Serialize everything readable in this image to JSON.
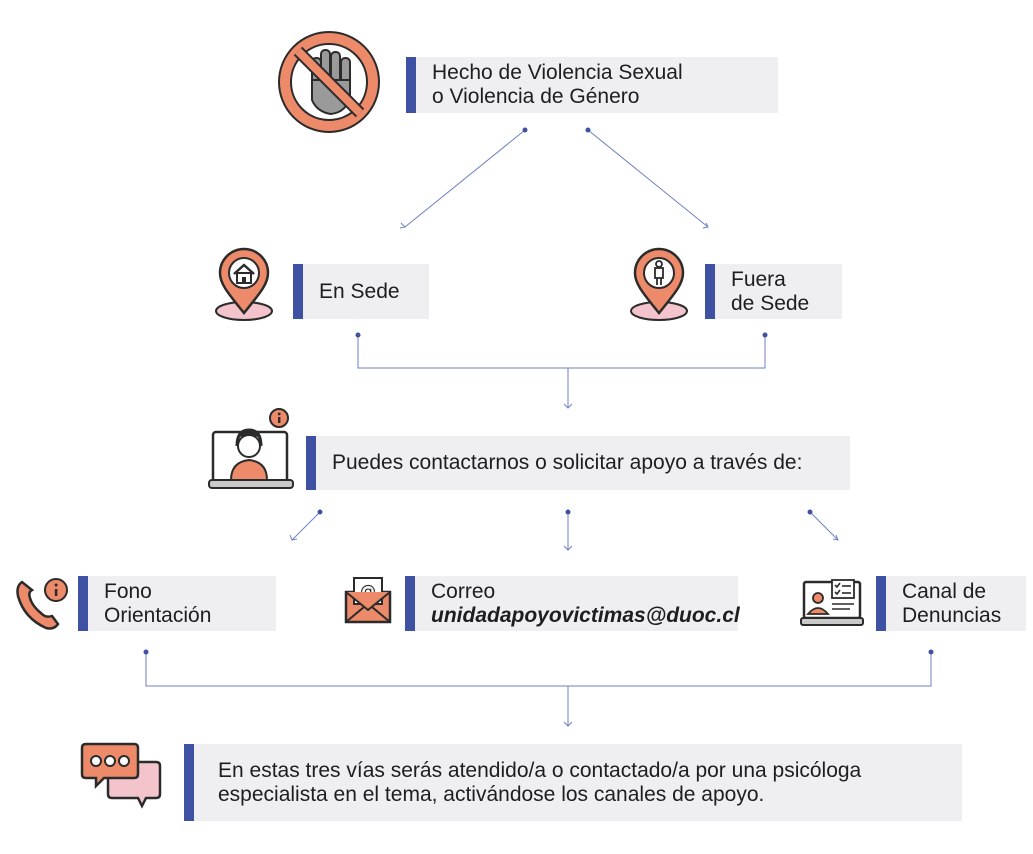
{
  "boxes": {
    "start": {
      "line1": "Hecho de Violencia Sexual",
      "line2": "o Violencia de Género"
    },
    "en_sede": {
      "line1": "En Sede"
    },
    "fuera_sede": {
      "line1": "Fuera",
      "line2": "de Sede"
    },
    "contact": {
      "line1": "Puedes contactarnos o solicitar apoyo a través de:"
    },
    "fono": {
      "line1": "Fono",
      "line2": "Orientación"
    },
    "correo": {
      "line1": "Correo",
      "line2": "unidadapoyovictimas@duoc.cl"
    },
    "canal": {
      "line1": "Canal de",
      "line2": "Denuncias"
    },
    "result": {
      "line1": "En estas tres vías serás atendido/a o contactado/a por una psicóloga",
      "line2": "especialista en el tema, activándose los canales de apoyo."
    }
  },
  "icons": {
    "start": "stop-hand-icon",
    "en_sede": "home-location-pin-icon",
    "fuera_sede": "person-location-pin-icon",
    "contact": "support-agent-laptop-icon",
    "fono": "phone-info-icon",
    "correo": "email-envelope-icon",
    "canal": "report-form-screen-icon",
    "result": "chat-bubbles-icon"
  },
  "colors": {
    "accent_bar": "#3f51a2",
    "box_bg": "#efeff1",
    "icon_orange": "#ec8a6a",
    "icon_pink": "#f3c4cc",
    "icon_dark": "#2b2b2b",
    "connector": "#5a6eb4"
  }
}
